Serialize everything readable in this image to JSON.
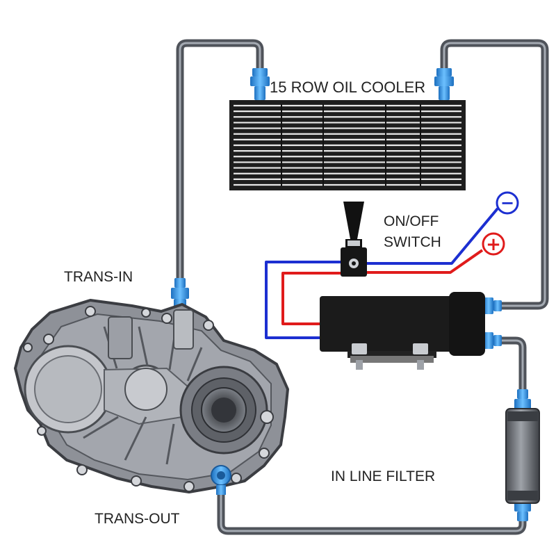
{
  "labels": {
    "oil_cooler": "15 ROW OIL COOLER",
    "switch_line1": "ON/OFF",
    "switch_line2": "SWITCH",
    "trans_in": "TRANS-IN",
    "trans_out": "TRANS-OUT",
    "filter": "IN LINE FILTER"
  },
  "terminals": {
    "negative": "−",
    "positive": "+"
  },
  "cooler": {
    "rows": 15
  },
  "colors": {
    "hose": "#5b5f66",
    "hose_highlight": "#9aa0a8",
    "fitting_blue": "#2d8fe0",
    "wire_negative": "#1c2fd1",
    "wire_positive": "#e01b1b",
    "cooler_body": "#1e1e1e",
    "transmission": "#8e9198"
  }
}
